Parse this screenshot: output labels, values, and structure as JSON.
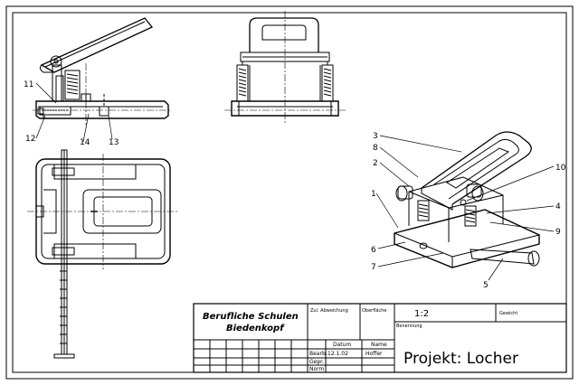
{
  "title_block": {
    "school_line1": "Berufliche Schulen",
    "school_line2": "Biedenkopf",
    "col_zul_abweichung": "Zul. Abweichung",
    "col_oberflaeche": "Oberfläche",
    "scale": "1:2",
    "col_gewicht": "Gewicht",
    "col_datum": "Datum",
    "col_name": "Name",
    "col_benennung": "Benennung",
    "row_bearb": "Bearb.",
    "row_gepr": "Gepr.",
    "row_norm": "Norm",
    "bearb_date": "12.1.02",
    "bearb_name": "Hoffer",
    "project_title": "Projekt: Locher"
  },
  "part_numbers": {
    "p1": "1",
    "p2": "2",
    "p3": "3",
    "p4": "4",
    "p5": "5",
    "p6": "6",
    "p7": "7",
    "p8": "8",
    "p9": "9",
    "p10": "10",
    "p11": "11",
    "p12": "12",
    "p13": "13",
    "p14": "14"
  }
}
